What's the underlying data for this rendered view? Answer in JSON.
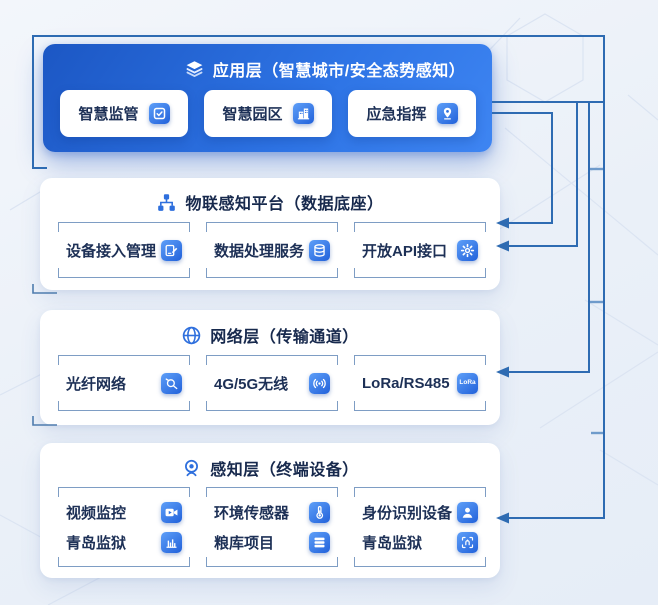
{
  "page": {
    "background": "#edf2f9"
  },
  "colors": {
    "app_panel_gradient_start": "#1c57c4",
    "app_panel_gradient_end": "#3e85f2",
    "icon_badge_gradient_start": "#5e9ff8",
    "icon_badge_gradient_end": "#2161da",
    "connector_line": "#2e6bb2",
    "bracket_border": "#7e9dc4",
    "panel_title_text": "#17294d",
    "item_label_text": "#1d3056"
  },
  "app_layer": {
    "title": "应用层（智慧城市/安全态势感知）",
    "title_icon": "layers-icon",
    "items": [
      {
        "label": "智慧监管",
        "icon": "check-square-icon"
      },
      {
        "label": "智慧园区",
        "icon": "building-icon"
      },
      {
        "label": "应急指挥",
        "icon": "map-pin-icon"
      }
    ]
  },
  "iot_layer": {
    "title": "物联感知平台（数据底座）",
    "title_icon": "sitemap-icon",
    "items": [
      {
        "label": "设备接入管理",
        "icon": "device-edit-icon"
      },
      {
        "label": "数据处理服务",
        "icon": "database-icon"
      },
      {
        "label": "开放API接口",
        "icon": "gear-icon"
      }
    ]
  },
  "network_layer": {
    "title": "网络层（传输通道）",
    "title_icon": "globe-icon",
    "items": [
      {
        "label": "光纤网络",
        "icon": "fiber-coil-icon"
      },
      {
        "label": "4G/5G无线",
        "icon": "wireless-signal-icon"
      },
      {
        "label": "LoRa/RS485",
        "icon": "lora-chip-icon",
        "icon_text": "LoRa"
      }
    ]
  },
  "perception_layer": {
    "title": "感知层（终端设备）",
    "title_icon": "webcam-icon",
    "columns": [
      {
        "rows": [
          {
            "label": "视频监控",
            "icon": "video-camera-icon"
          },
          {
            "label": "青岛监狱",
            "icon": "bars-icon"
          }
        ]
      },
      {
        "rows": [
          {
            "label": "环境传感器",
            "icon": "thermometer-icon"
          },
          {
            "label": "粮库项目",
            "icon": "stacked-layers-icon"
          }
        ]
      },
      {
        "rows": [
          {
            "label": "身份识别设备",
            "icon": "person-icon"
          },
          {
            "label": "青岛监狱",
            "icon": "fingerprint-scan-icon"
          }
        ]
      }
    ]
  }
}
